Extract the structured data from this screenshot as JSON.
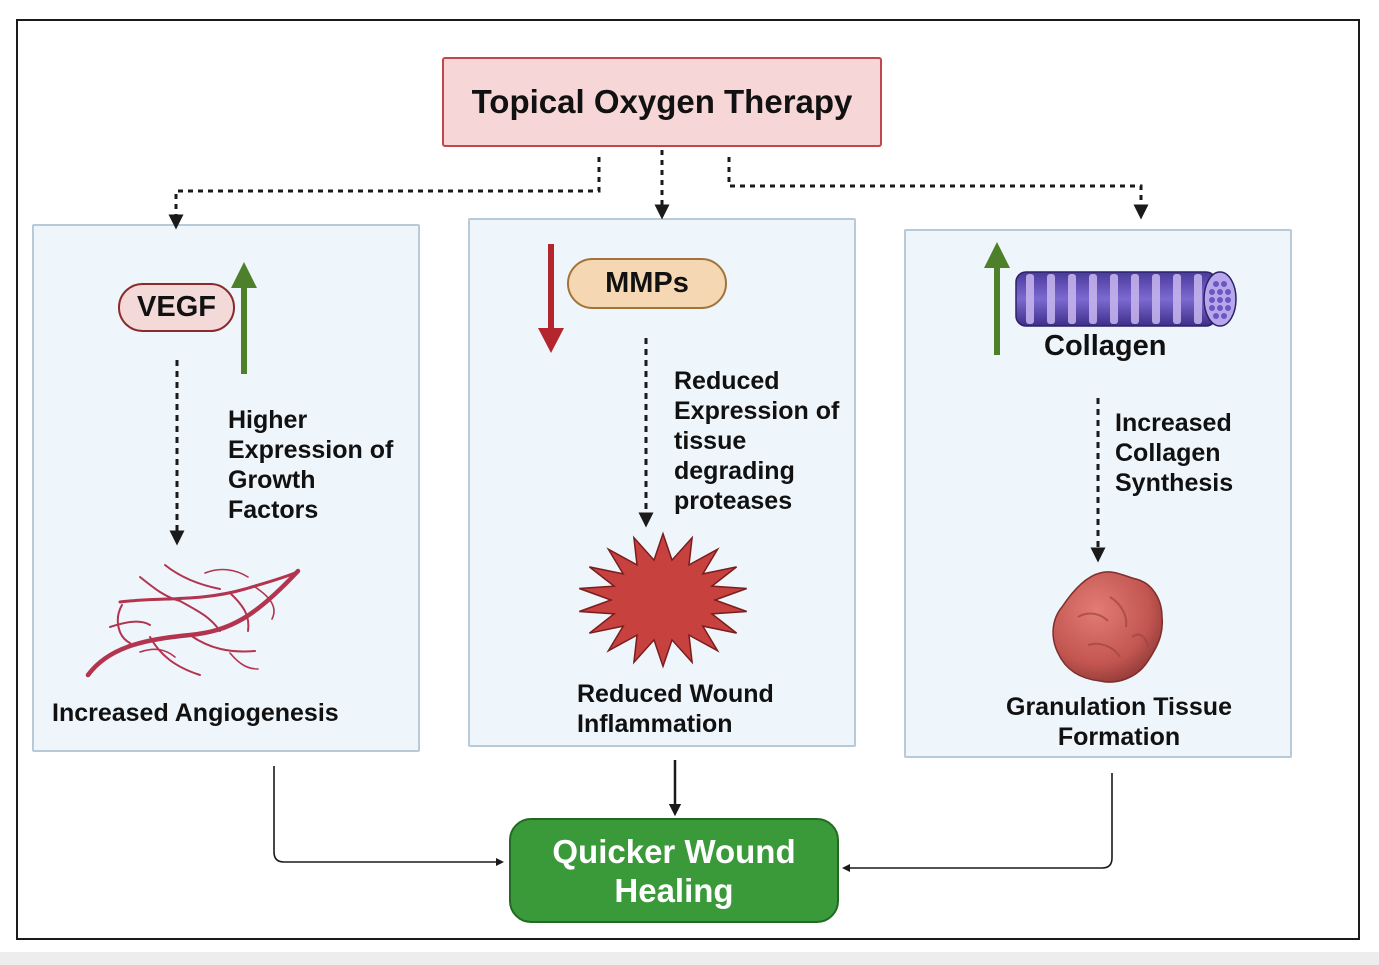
{
  "title": "Topical Oxygen Therapy",
  "result": "Quicker Wound\nHealing",
  "left_panel": {
    "marker": "VEGF",
    "effect": "Higher\nExpression of\nGrowth\nFactors",
    "outcome": "Increased Angiogenesis",
    "icon": "blood-vessels-icon"
  },
  "middle_panel": {
    "marker": "MMPs",
    "effect": "Reduced\nExpression of\ntissue\ndegrading\nproteases",
    "outcome": "Reduced Wound\nInflammation",
    "icon": "inflammation-burst-icon"
  },
  "right_panel": {
    "marker": "Collagen",
    "effect": "Increased\nCollagen\nSynthesis",
    "outcome": "Granulation Tissue\nFormation",
    "icon": "collagen-fiber-icon"
  },
  "colors": {
    "up_arrow": "#4e7f2a",
    "down_arrow": "#b3262e",
    "title_fill": "#f7d6d8",
    "result_fill": "#3a9a3a",
    "panel_fill": "#eef5fb"
  }
}
